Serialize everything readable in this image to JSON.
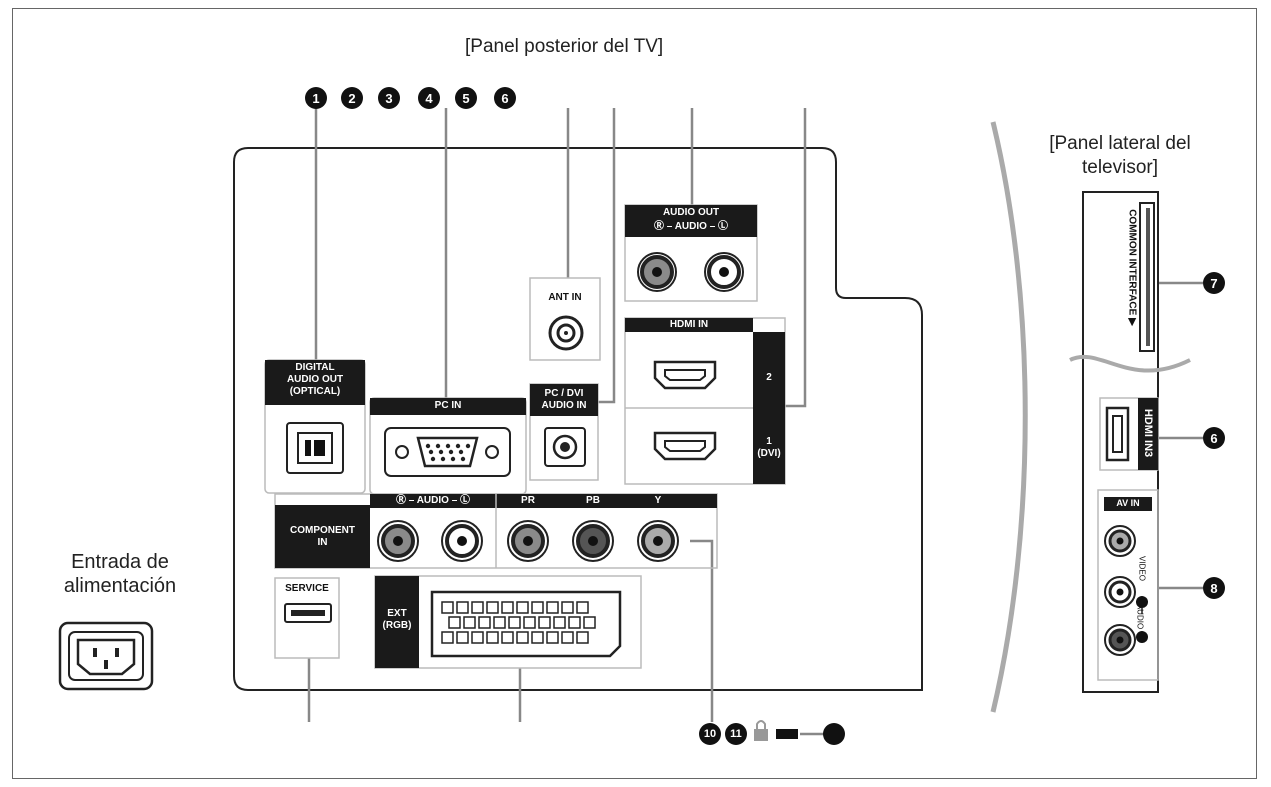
{
  "title_rear": "[Panel posterior del TV]",
  "title_side_line1": "[Panel lateral del",
  "title_side_line2": "televisor]",
  "power_label_line1": "Entrada de",
  "power_label_line2": "alimentación",
  "top_numbers": [
    "1",
    "2",
    "3",
    "4",
    "5",
    "6"
  ],
  "side_numbers": [
    "7",
    "6",
    "8"
  ],
  "bottom_numbers": [
    "10",
    "11"
  ],
  "ports": {
    "digital_audio_out": [
      "DIGITAL",
      "AUDIO OUT",
      "(OPTICAL)"
    ],
    "pc_in": "PC IN",
    "pc_dvi_audio_in": [
      "PC / DVI",
      "AUDIO IN"
    ],
    "ant_in": "ANT IN",
    "audio_out": "AUDIO OUT",
    "audio_out_sub": "Ⓡ – AUDIO – Ⓛ",
    "hdmi_in": "HDMI IN",
    "hdmi_2": "2",
    "hdmi_1": [
      "1",
      "(DVI)"
    ],
    "component_in": [
      "COMPONENT",
      "IN"
    ],
    "component_audio": "Ⓡ – AUDIO – Ⓛ",
    "component_video": [
      "PR",
      "PB",
      "Y"
    ],
    "service": "SERVICE",
    "ext_rgb": [
      "EXT",
      "(RGB)"
    ],
    "common_interface": "COMMON INTERFACE ▶",
    "hdmi_in3": "HDMI IN3",
    "av_in": "AV IN",
    "video": "VIDEO",
    "audio_side": "AUDIO"
  }
}
